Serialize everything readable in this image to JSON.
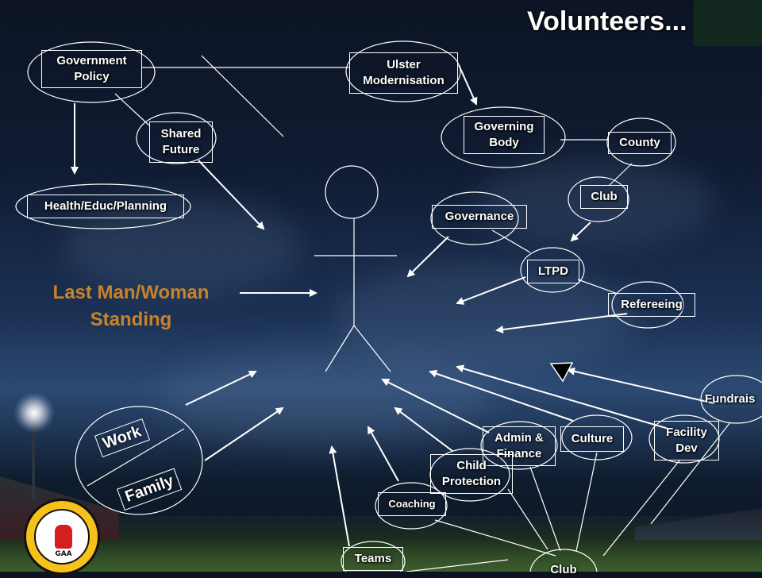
{
  "title": "Volunteers...",
  "center_label": "Last Man/Woman\nStanding",
  "nodes": {
    "government_policy": "Government\nPolicy",
    "ulster_modernisation": "Ulster\nModernisation",
    "shared_future": "Shared\nFuture",
    "governing_body": "Governing\nBody",
    "county": "County",
    "club_top": "Club",
    "health_educ_planning": "Health/Educ/Planning",
    "governance": "Governance",
    "ltpd": "LTPD",
    "refereeing": "Refereeing",
    "fundraising": "Fundrais",
    "admin_finance": "Admin &\nFinance",
    "culture": "Culture",
    "facility_dev": "Facility\nDev",
    "child_protection": "Child\nProtection",
    "coaching": "Coaching",
    "teams": "Teams",
    "club_bottom": "Club"
  },
  "tags": {
    "work": "Work",
    "family": "Family"
  },
  "logo": {
    "text": "GAA"
  },
  "colors": {
    "accent_orange": "#c8822a",
    "line": "#ffffff"
  }
}
